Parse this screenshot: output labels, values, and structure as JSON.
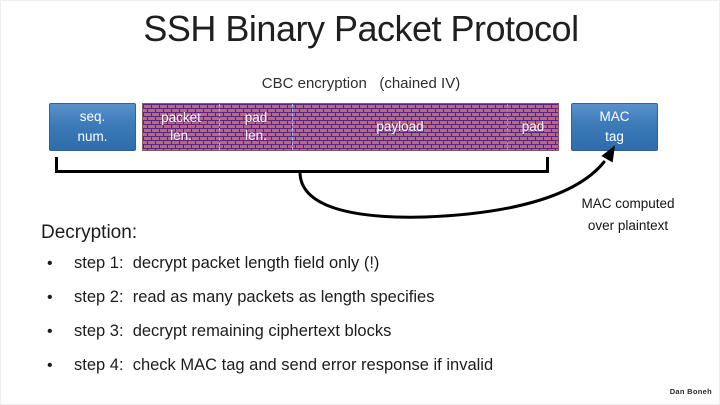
{
  "slide": {
    "title": "SSH Binary Packet Protocol",
    "subtitle": "CBC encryption   (chained IV)",
    "footer": "Dan Boneh"
  },
  "diagram": {
    "seq_box": {
      "lines": [
        "seq.",
        "num."
      ]
    },
    "mac_box": {
      "lines": [
        "MAC",
        "tag"
      ]
    },
    "segments": [
      {
        "name": "packet-len",
        "lines": [
          "packet",
          "len."
        ]
      },
      {
        "name": "pad-len",
        "lines": [
          "pad",
          "len."
        ]
      },
      {
        "name": "payload",
        "lines": [
          "payload"
        ]
      },
      {
        "name": "pad",
        "lines": [
          "pad"
        ]
      }
    ],
    "annotation": {
      "lines": [
        "MAC computed",
        "over plaintext"
      ]
    },
    "colors": {
      "box_blue_top": "#5a91cd",
      "box_blue_bottom": "#2e6dab",
      "brick": "#b76d6d",
      "mortar": "#5b2193",
      "divider_blue": "#a9b3dc",
      "divider_gray": "#9a9a9a",
      "ink": "#000000"
    }
  },
  "content": {
    "heading": "Decryption:",
    "bullets": [
      "step 1:  decrypt packet length field only (!)",
      "step 2:  read as many packets as length specifies",
      "step 3:  decrypt remaining ciphertext blocks",
      "step 4:  check MAC tag and send error response if invalid"
    ]
  }
}
